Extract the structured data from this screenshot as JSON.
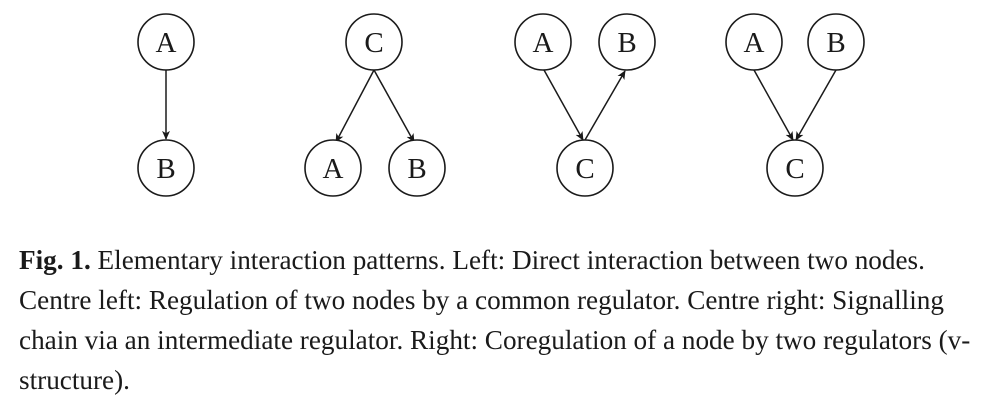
{
  "figure": {
    "panels": [
      {
        "name": "left",
        "nodes": [
          {
            "id": "left-a",
            "label": "A"
          },
          {
            "id": "left-b",
            "label": "B"
          }
        ],
        "edges": [
          {
            "from": "A",
            "to": "B"
          }
        ]
      },
      {
        "name": "centre-left",
        "nodes": [
          {
            "id": "cl-c",
            "label": "C"
          },
          {
            "id": "cl-a",
            "label": "A"
          },
          {
            "id": "cl-b",
            "label": "B"
          }
        ],
        "edges": [
          {
            "from": "C",
            "to": "A"
          },
          {
            "from": "C",
            "to": "B"
          }
        ]
      },
      {
        "name": "centre-right",
        "nodes": [
          {
            "id": "cr-a",
            "label": "A"
          },
          {
            "id": "cr-b",
            "label": "B"
          },
          {
            "id": "cr-c",
            "label": "C"
          }
        ],
        "edges": [
          {
            "from": "A",
            "to": "C"
          },
          {
            "from": "C",
            "to": "B"
          }
        ]
      },
      {
        "name": "right",
        "nodes": [
          {
            "id": "r-a",
            "label": "A"
          },
          {
            "id": "r-b",
            "label": "B"
          },
          {
            "id": "r-c",
            "label": "C"
          }
        ],
        "edges": [
          {
            "from": "A",
            "to": "C"
          },
          {
            "from": "B",
            "to": "C"
          }
        ]
      }
    ]
  },
  "caption": {
    "label": "Fig. 1.",
    "text": "Elementary interaction patterns. Left: Direct interaction between two nodes. Centre left: Regulation of two nodes by a common regulator. Centre right: Signalling chain via an intermediate regulator. Right: Coregulation of a node by two regulators (v-structure)."
  }
}
